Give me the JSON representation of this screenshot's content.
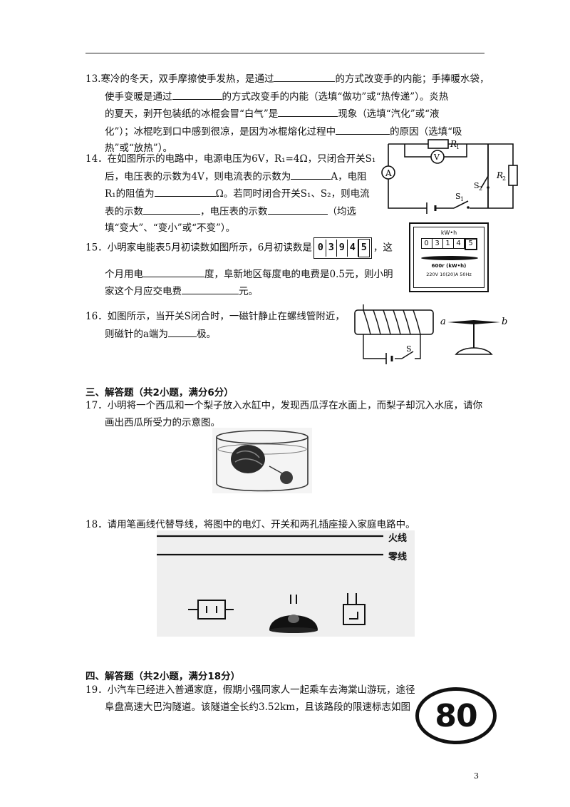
{
  "page_number": "3",
  "q13": {
    "l1a": "13.寒冷的冬天，双手摩擦使手发热，是通过",
    "l1b": "的方式改变手的内能；手捧暖水袋，",
    "l2a": "使手变暖是通过",
    "l2b": "的方式改变手的内能（选填“做功”或“热传递”）。炎热",
    "l3a": "的夏天，剥开包装纸的冰棍会冒“白气”是",
    "l3b": "现象（选填“汽化”或“液",
    "l4a": "化”）；冰棍吃到口中感到很凉，是因为冰棍熔化过程中",
    "l4b": "的原因（选填“吸",
    "l5": "热”或“放热”）。"
  },
  "q14": {
    "l1": "14．在如图所示的电路中，电源电压为6V，R₁=4Ω，只闭合开关S₁",
    "l2a": "后，电压表的示数为4V，则电流表的示数为",
    "l2b": "A，电阻",
    "l3a": "R₁的阻值为",
    "l3b": "Ω。若同时闭合开关S₁、S₂，则电流",
    "l4a": "表的示数",
    "l4b": "，电压表的示数",
    "l4c": "（均选",
    "l5": "填“变大”、“变小”或“不变”）。",
    "fig": {
      "r1": "R",
      "r1_sub": "1",
      "r2": "R",
      "r2_sub": "2",
      "ammeter": "A",
      "voltmeter": "V",
      "s1": "S",
      "s1_sub": "1",
      "s2": "S",
      "s2_sub": "2"
    }
  },
  "q15": {
    "l1a": "15．小明家电能表5月初读数如图所示，6月初读数是",
    "l1b": "，这",
    "l2a": "个月用电",
    "l2b": "度，阜新地区每度电的电费是0.5元，则小明",
    "l3a": "家这个月应交电费",
    "l3b": "元。",
    "reading_june": [
      "0",
      "3",
      "9",
      "4",
      "5"
    ],
    "meter": {
      "unit": "kW•h",
      "digits": [
        "0",
        "3",
        "1",
        "4",
        "5"
      ],
      "rate": "600r (kW•h)",
      "spec": "220V  10(20)A  50Hz"
    }
  },
  "q16": {
    "l1": "16．如图所示，当开关S闭合时，一磁针静止在螺线管附近，",
    "l2a": "则磁针的a端为",
    "l2b": "极。",
    "fig": {
      "a": "a",
      "b": "b",
      "s": "S"
    }
  },
  "section3": {
    "title": "三、解答题（共2小题，满分6分）"
  },
  "q17": {
    "l1": "17．小明将一个西瓜和一个梨子放入水缸中，发现西瓜浮在水面上，而梨子却沉入水底，请你",
    "l2": "画出西瓜所受力的示意图。"
  },
  "q18": {
    "l1": "18．请用笔画线代替导线，将图中的电灯、开关和两孔插座接入家庭电路中。",
    "fig": {
      "live": "火线",
      "neutral": "零线"
    }
  },
  "section4": {
    "title": "四、解答题（共2小题，满分18分）"
  },
  "q19": {
    "l1": "19．小汽车已经进入普通家庭，假期小强同家人一起乘车去海棠山游玩，途径",
    "l2": "阜盘高速大巴沟隧道。该隧道全长约3.52km，且该路段的限速标志如图",
    "sign": "80"
  }
}
